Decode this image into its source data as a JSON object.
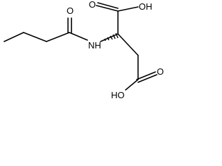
{
  "molecule": {
    "atoms": {
      "amide_oxygen": "O",
      "amide_nitrogen": "NH",
      "acid_top_oxygen": "O",
      "acid_top_hydroxyl": "OH",
      "acid_bottom_oxygen": "O",
      "acid_bottom_hydroxyl": "HO"
    }
  }
}
